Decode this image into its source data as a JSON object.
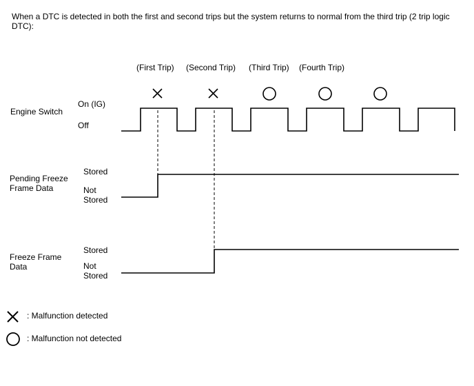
{
  "intro": "When a DTC is detected in both the first and second trips but the system returns to normal from the third trip (2 trip logic DTC):",
  "trips": [
    "(First Trip)",
    "(Second Trip)",
    "(Third Trip)",
    "(Fourth Trip)"
  ],
  "trip_results": [
    "malfunction-detected",
    "malfunction-detected",
    "malfunction-not-detected",
    "malfunction-not-detected",
    "malfunction-not-detected"
  ],
  "engine_switch": {
    "label": "Engine Switch",
    "on_label": "On (IG)",
    "off_label": "Off"
  },
  "pending_freeze": {
    "label_line1": "Pending Freeze",
    "label_line2": "Frame Data",
    "stored_label": "Stored",
    "not_stored_line1": "Not",
    "not_stored_line2": "Stored"
  },
  "freeze_frame": {
    "label_line1": "Freeze Frame",
    "label_line2": "Data",
    "stored_label": "Stored",
    "not_stored_line1": "Not",
    "not_stored_line2": "Stored"
  },
  "legend": {
    "detected": ": Malfunction detected",
    "not_detected": ": Malfunction not detected"
  }
}
